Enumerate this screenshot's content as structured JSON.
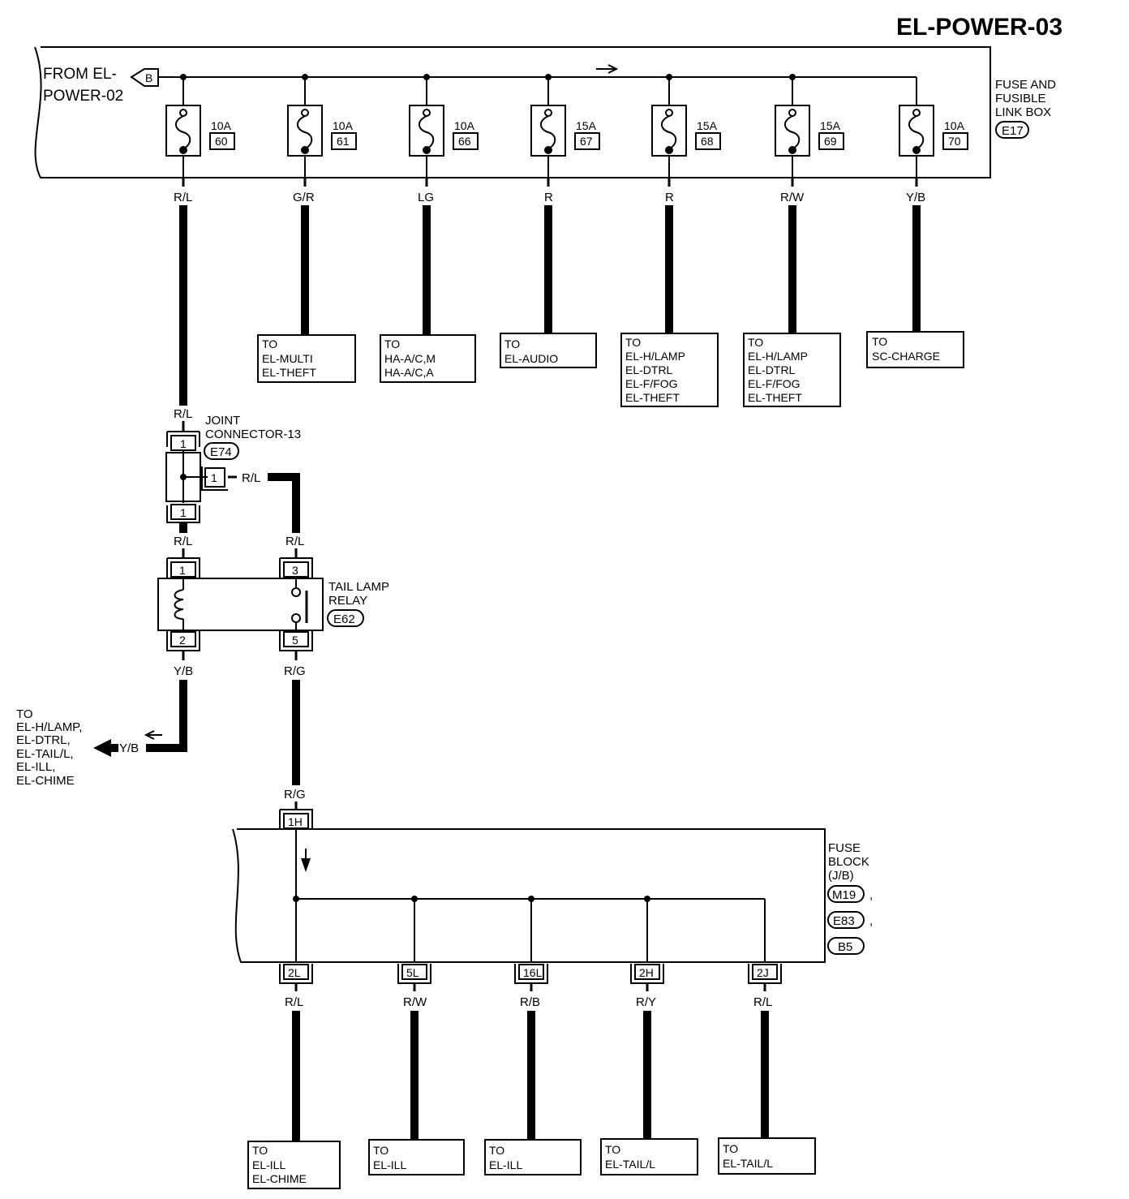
{
  "title": "EL-POWER-03",
  "from_connector": {
    "line1": "FROM EL-",
    "line2": "POWER-02",
    "letter": "B"
  },
  "fuse_box": {
    "line1": "FUSE AND",
    "line2": "FUSIBLE",
    "line3": "LINK BOX",
    "connector": "E17"
  },
  "fuses": [
    {
      "amp": "10A",
      "num": "60",
      "wire": "R/L"
    },
    {
      "amp": "10A",
      "num": "61",
      "wire": "G/R"
    },
    {
      "amp": "10A",
      "num": "66",
      "wire": "LG"
    },
    {
      "amp": "15A",
      "num": "67",
      "wire": "R"
    },
    {
      "amp": "15A",
      "num": "68",
      "wire": "R"
    },
    {
      "amp": "15A",
      "num": "69",
      "wire": "R/W"
    },
    {
      "amp": "10A",
      "num": "70",
      "wire": "Y/B"
    }
  ],
  "top_destinations": [
    {
      "lines": [
        "TO",
        "EL-MULTI",
        "EL-THEFT"
      ]
    },
    {
      "lines": [
        "TO",
        "HA-A/C,M",
        "HA-A/C,A"
      ]
    },
    {
      "lines": [
        "TO",
        "EL-AUDIO"
      ]
    },
    {
      "lines": [
        "TO",
        "EL-H/LAMP",
        "EL-DTRL",
        "EL-F/FOG",
        "EL-THEFT"
      ]
    },
    {
      "lines": [
        "TO",
        "EL-H/LAMP",
        "EL-DTRL",
        "EL-F/FOG",
        "EL-THEFT"
      ]
    },
    {
      "lines": [
        "TO",
        "SC-CHARGE"
      ]
    }
  ],
  "joint_connector": {
    "line1": "JOINT",
    "line2": "CONNECTOR-13",
    "connector": "E74",
    "pin_top": "1",
    "pin_side": "1",
    "pin_bottom": "1",
    "wire_above": "R/L",
    "wire_side": "R/L",
    "wire_below": "R/L"
  },
  "relay": {
    "line1": "TAIL LAMP",
    "line2": "RELAY",
    "connector": "E62",
    "pin1": "1",
    "pin2": "2",
    "pin3": "3",
    "pin5": "5",
    "wire_pin3": "R/L",
    "wire_pin2": "Y/B",
    "wire_pin5": "R/G"
  },
  "left_destination": {
    "lines": [
      "TO",
      "EL-H/LAMP,",
      "EL-DTRL,",
      "EL-TAIL/L,",
      "EL-ILL,",
      "EL-CHIME"
    ],
    "wire": "Y/B"
  },
  "fuse_block": {
    "line1": "FUSE",
    "line2": "BLOCK",
    "line3": "(J/B)",
    "connectors": [
      "M19",
      "E83",
      "B5"
    ],
    "separator": ",",
    "input_pin": "1H",
    "input_wire": "R/G",
    "outputs": [
      {
        "pin": "2L",
        "wire": "R/L",
        "lines": [
          "TO",
          "EL-ILL",
          "EL-CHIME"
        ]
      },
      {
        "pin": "5L",
        "wire": "R/W",
        "lines": [
          "TO",
          "EL-ILL"
        ]
      },
      {
        "pin": "16L",
        "wire": "R/B",
        "lines": [
          "TO",
          "EL-ILL"
        ]
      },
      {
        "pin": "2H",
        "wire": "R/Y",
        "lines": [
          "TO",
          "EL-TAIL/L"
        ]
      },
      {
        "pin": "2J",
        "wire": "R/L",
        "lines": [
          "TO",
          "EL-TAIL/L"
        ]
      }
    ]
  }
}
